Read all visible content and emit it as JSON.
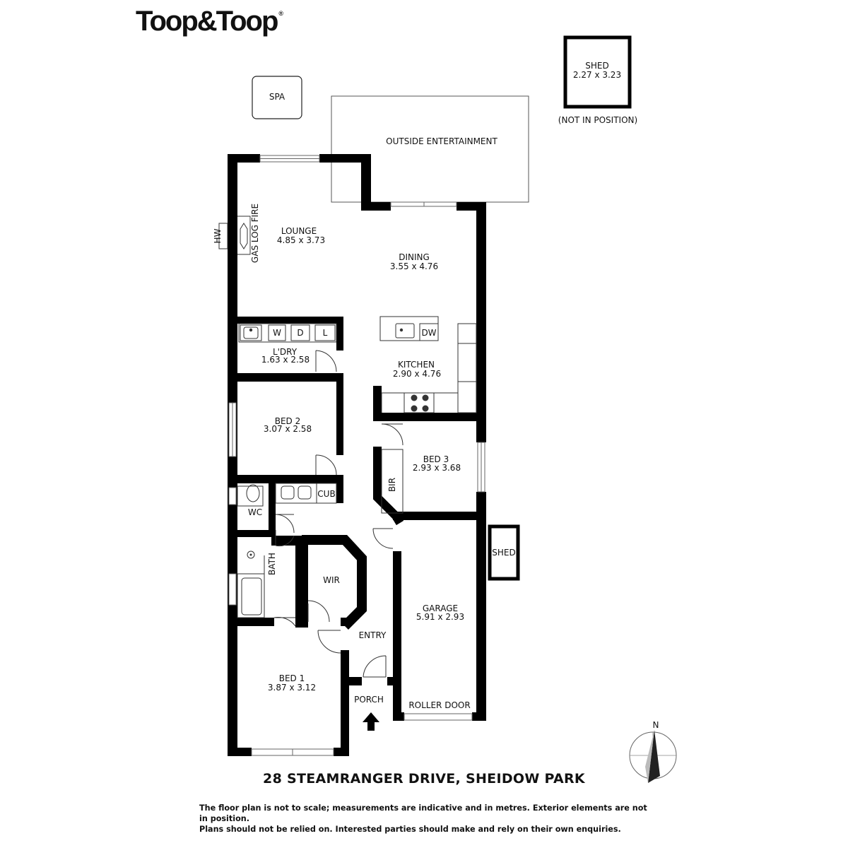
{
  "brand": {
    "name": "Toop&Toop",
    "mark": "®"
  },
  "address": "28 STEAMRANGER DRIVE, SHEIDOW PARK",
  "disclaimer": {
    "line1": "The floor plan is not to scale; measurements are indicative and in metres. Exterior elements are not in position.",
    "line2": "Plans should not be relied on. Interested parties should make and rely on their own enquiries."
  },
  "compass": {
    "north": "N"
  },
  "rooms": {
    "spa": {
      "name": "SPA"
    },
    "shed_main": {
      "name": "SHED",
      "size": "2.27 x 3.23",
      "note": "(NOT IN POSITION)"
    },
    "outside": {
      "name": "OUTSIDE ENTERTAINMENT"
    },
    "lounge": {
      "name": "LOUNGE",
      "size": "4.85 x 3.73"
    },
    "gas_log_fire": {
      "name": "GAS LOG FIRE"
    },
    "hw": {
      "name": "HW"
    },
    "dining": {
      "name": "DINING",
      "size": "3.55 x 4.76"
    },
    "laundry": {
      "name": "L'DRY",
      "size": "1.63 x 2.58",
      "w": "W",
      "d": "D",
      "l": "L"
    },
    "kitchen": {
      "name": "KITCHEN",
      "size": "2.90 x 4.76",
      "dw": "DW"
    },
    "bed2": {
      "name": "BED 2",
      "size": "3.07 x 2.58"
    },
    "bed3": {
      "name": "BED 3",
      "size": "2.93 x 3.68"
    },
    "bir": {
      "name": "BIR"
    },
    "cub": {
      "name": "CUB"
    },
    "wc": {
      "name": "WC"
    },
    "bath": {
      "name": "BATH"
    },
    "wir": {
      "name": "WIR"
    },
    "entry": {
      "name": "ENTRY"
    },
    "garage": {
      "name": "GARAGE",
      "size": "5.91 x 2.93",
      "roller_door": "ROLLER DOOR"
    },
    "shed_side": {
      "name": "SHED"
    },
    "bed1": {
      "name": "BED 1",
      "size": "3.87 x 3.12"
    },
    "porch": {
      "name": "PORCH"
    }
  }
}
